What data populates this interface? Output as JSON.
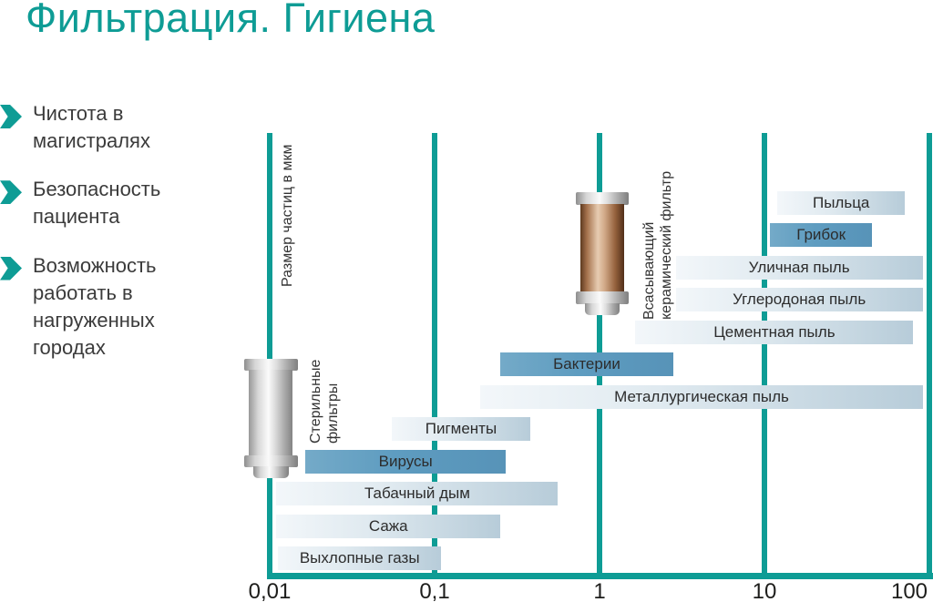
{
  "slide": {
    "title": "Фильтрация. Гигиена",
    "bullets": [
      {
        "text": "Чистота в магистралях"
      },
      {
        "text": "Безопасность пациента"
      },
      {
        "text": "Возможность работать в нагруженных городах"
      }
    ]
  },
  "chart_data": {
    "type": "bar",
    "orientation": "horizontal-range",
    "xscale": "log",
    "xlim": [
      0.01,
      100
    ],
    "ylabel": "Размер частиц в мкм",
    "grid": "vertical-lines",
    "ticks": [
      {
        "label": "0,01",
        "value": 0.01
      },
      {
        "label": "0,1",
        "value": 0.1
      },
      {
        "label": "1",
        "value": 1
      },
      {
        "label": "10",
        "value": 10
      },
      {
        "label": "100",
        "value": 100
      }
    ],
    "series": [
      {
        "label": "Пыльца",
        "range_um": [
          12,
          71
        ],
        "style": "light"
      },
      {
        "label": "Грибок",
        "range_um": [
          10.8,
          45
        ],
        "style": "highlight"
      },
      {
        "label": "Уличная пыль",
        "range_um": [
          2.9,
          91
        ],
        "style": "light"
      },
      {
        "label": "Углеродоная пыль",
        "range_um": [
          2.9,
          91
        ],
        "style": "light"
      },
      {
        "label": "Цементная пыль",
        "range_um": [
          1.65,
          80
        ],
        "style": "light"
      },
      {
        "label": "Бактерии",
        "range_um": [
          0.25,
          2.8
        ],
        "style": "highlight"
      },
      {
        "label": "Металлургическая пыль",
        "range_um": [
          0.19,
          91
        ],
        "style": "light"
      },
      {
        "label": "Пигменты",
        "range_um": [
          0.055,
          0.38
        ],
        "style": "light"
      },
      {
        "label": "Вирусы",
        "range_um": [
          0.0165,
          0.27
        ],
        "style": "highlight"
      },
      {
        "label": "Табачный дым",
        "range_um": [
          0.011,
          0.56
        ],
        "style": "light"
      },
      {
        "label": "Сажа",
        "range_um": [
          0.011,
          0.25
        ],
        "style": "light"
      },
      {
        "label": "Выхлопные газы",
        "range_um": [
          0.0112,
          0.11
        ],
        "style": "light"
      }
    ],
    "filters": [
      {
        "label": "Стерильные фильтры",
        "label_lines": [
          "Стерильные",
          "фильтры"
        ],
        "position_um": 0.01,
        "style": "steel"
      },
      {
        "label": "Всасывающий керамический фильтр",
        "label_lines": [
          "Всасывающий",
          "керамический фильтр"
        ],
        "position_um": 1,
        "style": "ceramic"
      }
    ]
  },
  "colors": {
    "accent_teal": "#0e9c95",
    "bar_highlight": "#5e9cc0",
    "bar_light_start": "#f3f7fa",
    "bar_light_end": "#b7ccd9",
    "text_dark": "#3b3b3b"
  }
}
